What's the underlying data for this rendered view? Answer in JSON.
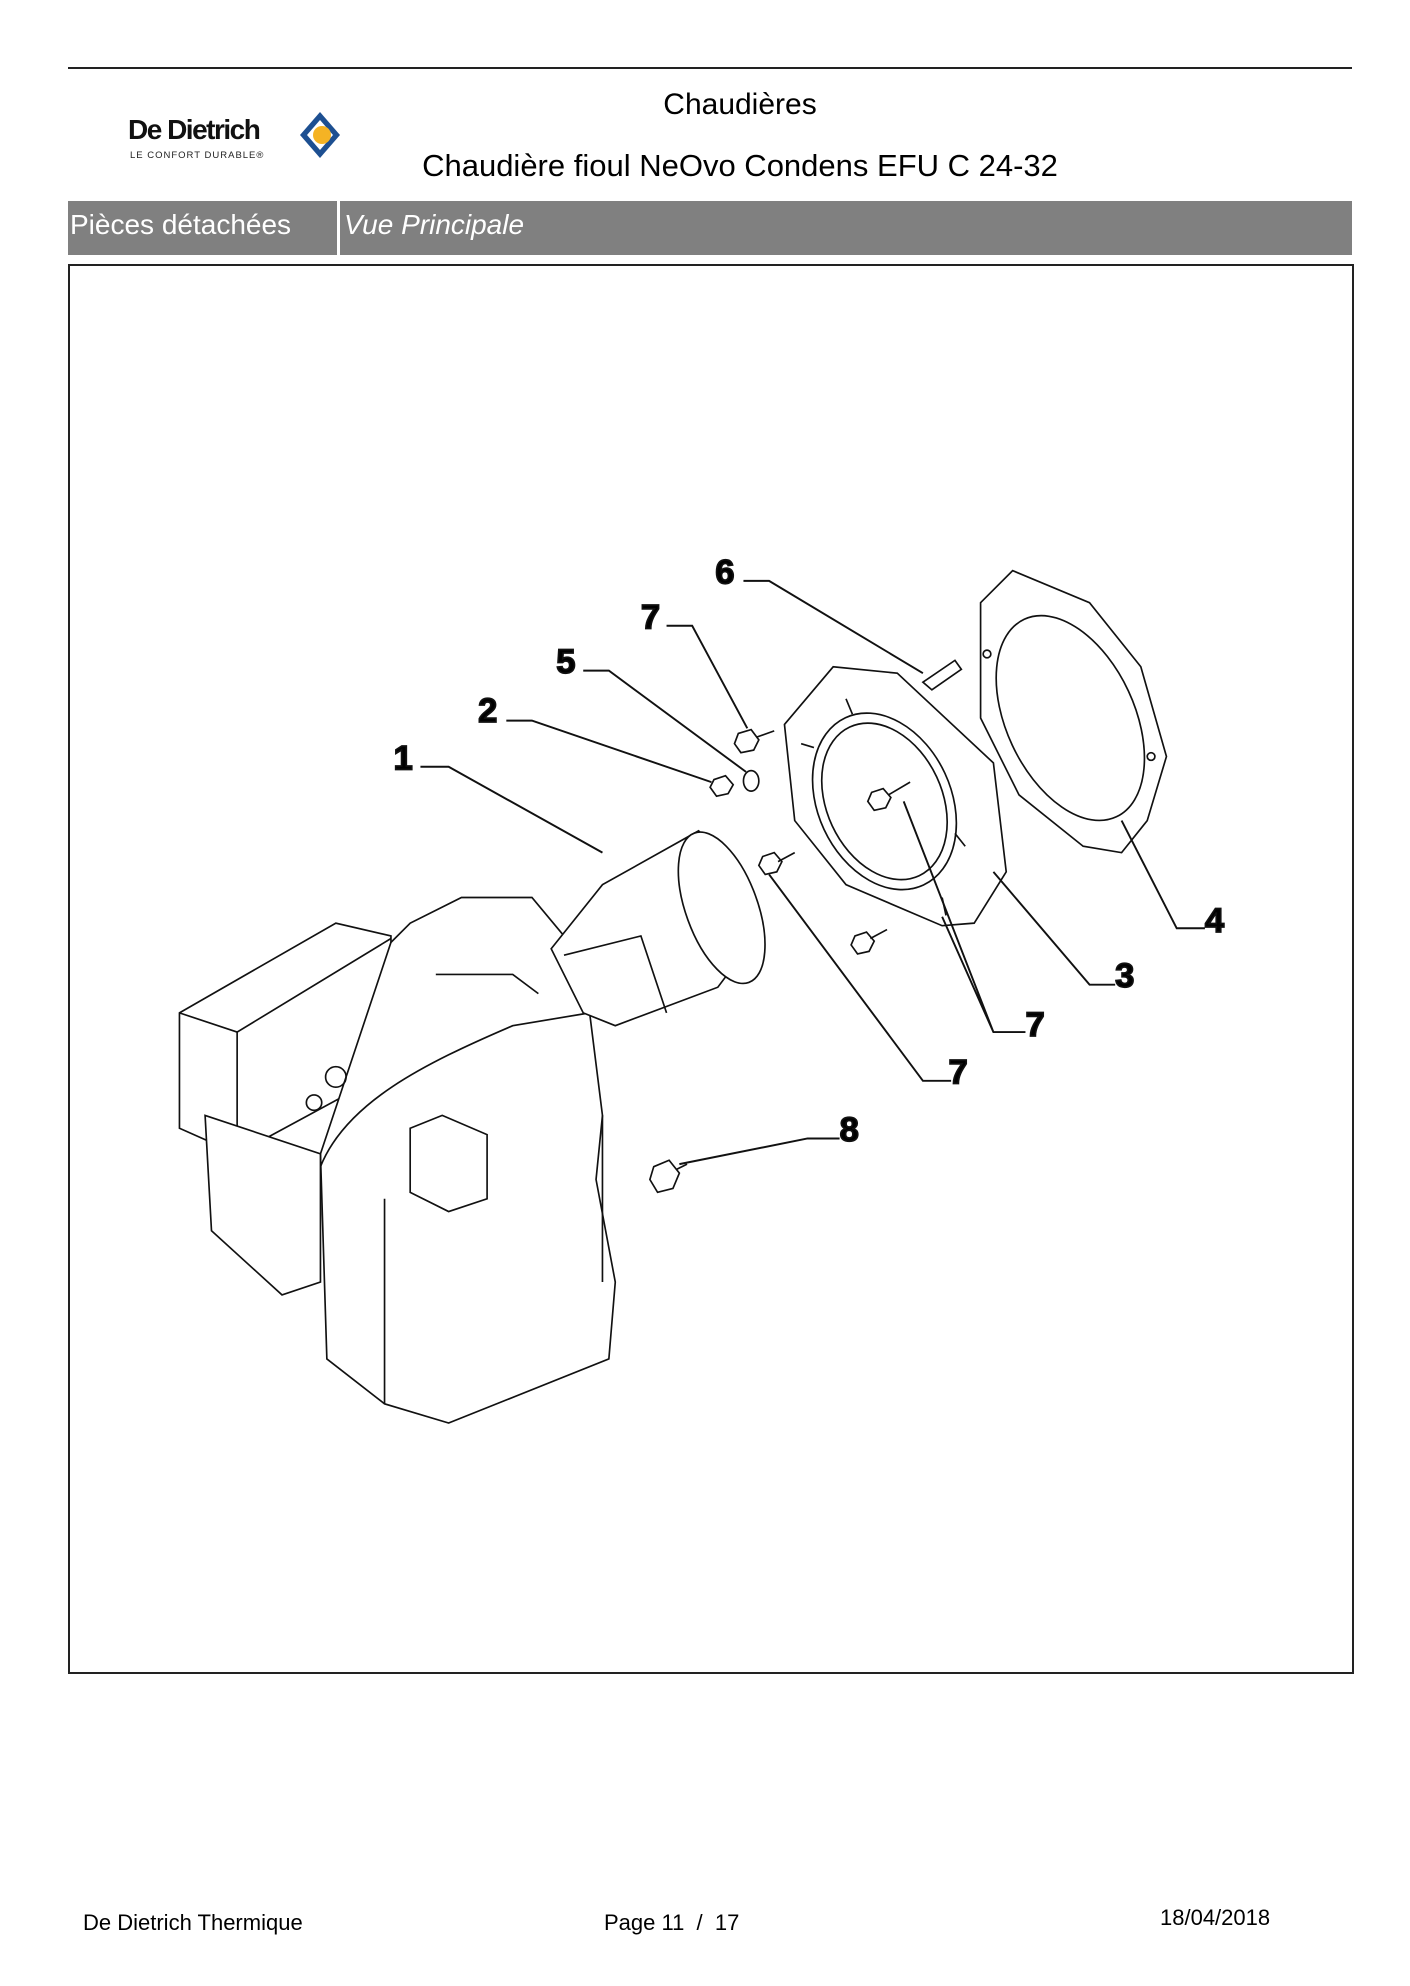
{
  "header": {
    "logo": {
      "brand": "De Dietrich",
      "tagline": "LE CONFORT DURABLE®"
    },
    "category": "Chaudières",
    "product": "Chaudière fioul NeOvo Condens EFU C 24-32"
  },
  "section_bar": {
    "section": "Pièces détachées",
    "view": "Vue Principale"
  },
  "diagram": {
    "callouts": [
      "6",
      "7",
      "5",
      "2",
      "1",
      "4",
      "3",
      "7",
      "7",
      "8"
    ]
  },
  "footer": {
    "company": "De Dietrich Thermique",
    "page": "Page 11  /  17",
    "date": "18/04/2018"
  },
  "colors": {
    "bar": "#808080",
    "logo_blue": "#1d4f91",
    "logo_yellow": "#f5b324"
  }
}
